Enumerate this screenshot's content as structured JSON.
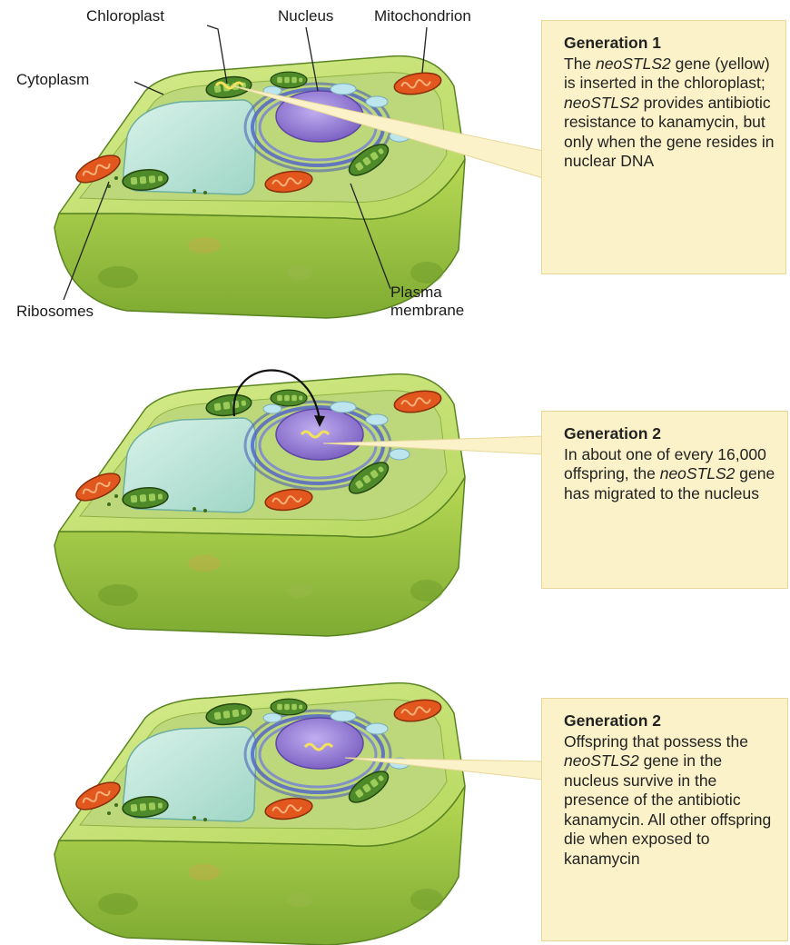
{
  "labels": {
    "chloroplast": "Chloroplast",
    "nucleus": "Nucleus",
    "mitochondrion": "Mitochondrion",
    "cytoplasm": "Cytoplasm",
    "ribosomes": "Ribosomes",
    "plasma_membrane": "Plasma\nmembrane"
  },
  "panels": [
    {
      "title": "Generation 1",
      "text": "The neoSTLS2 gene (yellow) is inserted in the chloroplast; neoSTLS2 provides antibiotic resistance to kanamycin, but only when the gene resides in nuclear DNA"
    },
    {
      "title": "Generation 2",
      "text": "In about one of every 16,000 offspring, the neoSTLS2 gene has migrated to the nucleus"
    },
    {
      "title": "Generation 2",
      "text": "Offspring that possess the neoSTLS2 gene in the nucleus survive in the presence of the antibiotic kanamycin. All other offspring die when exposed to kanamycin"
    }
  ],
  "colors": {
    "cell_wall": "#a9d14a",
    "cell_dark": "#6f9d2c",
    "vacuole": "#bfe6da",
    "nucleus": "#9b84d6",
    "er": "#5566c8",
    "mitochondrion": "#e2571d",
    "chloroplast": "#4e8a2a",
    "gene": "#f2e15a",
    "callout_bg": "#fbf2c9"
  }
}
